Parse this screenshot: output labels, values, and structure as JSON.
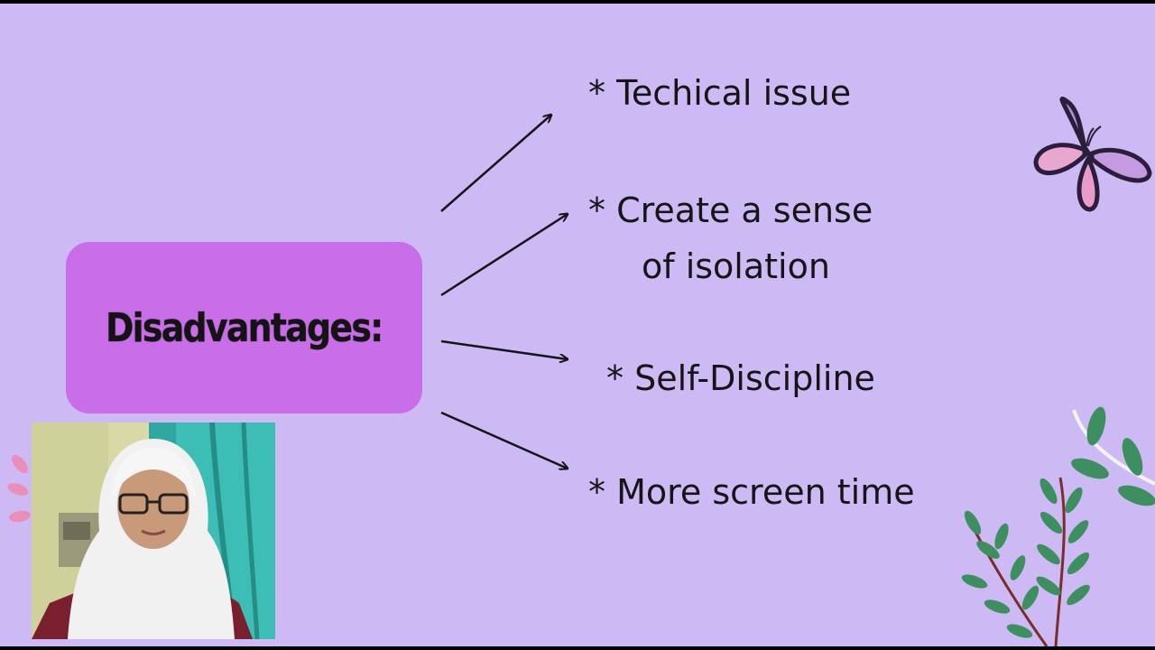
{
  "slide": {
    "title": "Disadvantages:",
    "points": [
      {
        "text": "* Techical issue"
      },
      {
        "text": "* Create a sense"
      },
      {
        "text": "of isolation"
      },
      {
        "text": "* Self-Discipline"
      },
      {
        "text": "* More screen time"
      }
    ]
  },
  "colors": {
    "background": "#cdbaf5",
    "title_box": "#c96ee8",
    "text": "#151515"
  },
  "icons": [
    "butterfly-icon",
    "plant-icon",
    "leaf-icon",
    "arrow-icon"
  ]
}
